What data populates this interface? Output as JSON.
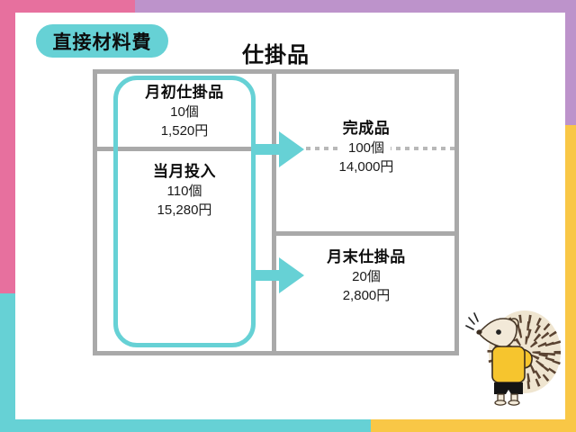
{
  "badge": {
    "label": "直接材料費"
  },
  "title": "仕掛品",
  "account": {
    "debit": {
      "beginning_wip": {
        "label": "月初仕掛品",
        "quantity": "10個",
        "amount": "1,520円"
      },
      "current_input": {
        "label": "当月投入",
        "quantity": "110個",
        "amount": "15,280円"
      }
    },
    "credit": {
      "finished_goods": {
        "label": "完成品",
        "quantity": "100個",
        "amount": "14,000円"
      },
      "ending_wip": {
        "label": "月末仕掛品",
        "quantity": "20個",
        "amount": "2,800円"
      }
    }
  },
  "colors": {
    "pink": "#e7709e",
    "purple": "#bd93cb",
    "teal": "#66d1d5",
    "yellow": "#f9c746",
    "table_border_gray": "#a9a9a9",
    "dotted_line_gray": "#b8b8b8"
  },
  "mascot": {
    "name": "hedgehog-mascot"
  }
}
